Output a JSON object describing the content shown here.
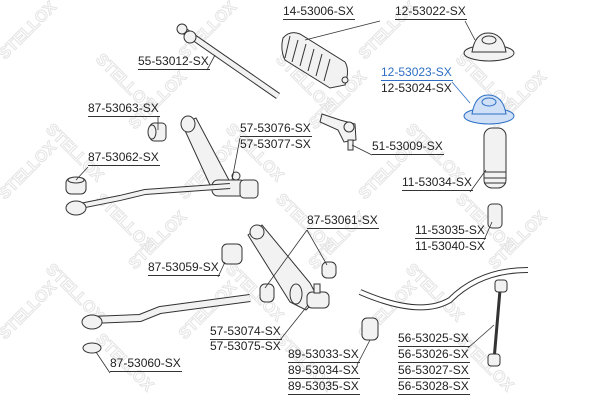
{
  "watermark": "STELLOX",
  "colors": {
    "highlight": "#2d6fc4",
    "line": "#333333",
    "part_fill": "#f2f2f2",
    "highlight_fill": "#cfe0f7"
  },
  "labels": {
    "tie_rod_boot": "14-53006-SX",
    "strut_mount_top": "12-53022-SX",
    "inner_tie_rod": "55-53012-SX",
    "strut_mount_a": "12-53023-SX",
    "strut_mount_b": "12-53024-SX",
    "bushing_87_53063": "87-53063-SX",
    "control_arm_a": "57-53076-SX",
    "control_arm_b": "57-53077-SX",
    "tie_rod_end": "51-53009-SX",
    "bushing_87_53062": "87-53062-SX",
    "dust_boot": "11-53034-SX",
    "bushing_87_53061": "87-53061-SX",
    "bump_stop_a": "11-53035-SX",
    "bump_stop_b": "11-53040-SX",
    "bushing_87_53059": "87-53059-SX",
    "lower_arm_a": "57-53074-SX",
    "lower_arm_b": "57-53075-SX",
    "stabilizer_link_a": "56-53025-SX",
    "stabilizer_link_b": "56-53026-SX",
    "stabilizer_link_c": "56-53027-SX",
    "stabilizer_link_d": "56-53028-SX",
    "stabilizer_bushing_a": "89-53033-SX",
    "stabilizer_bushing_b": "89-53034-SX",
    "stabilizer_bushing_c": "89-53035-SX",
    "bushing_87_53060": "87-53060-SX"
  }
}
